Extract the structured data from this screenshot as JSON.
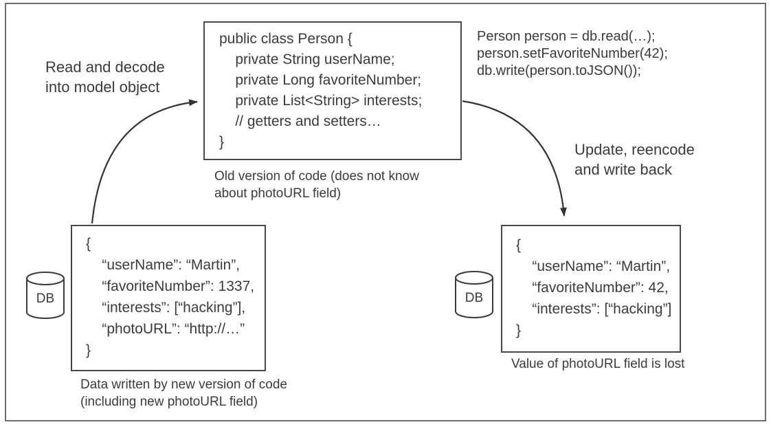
{
  "colors": {
    "ink": "#3b3b3b",
    "box_border": "#474747",
    "frame_border": "#6e6e6e"
  },
  "class_box": {
    "code": [
      "public class Person {",
      "    private String userName;",
      "    private Long favoriteNumber;",
      "    private List<String> interests;",
      "    // getters and setters…",
      "}"
    ],
    "caption": [
      "Old version of code (does not know",
      "about photoURL field)"
    ]
  },
  "update_snippet": {
    "code": [
      "Person person = db.read(…);",
      "person.setFavoriteNumber(42);",
      "db.write(person.toJSON());"
    ]
  },
  "read_arrow": {
    "label": [
      "Read and decode",
      "into model object"
    ]
  },
  "write_arrow": {
    "label": [
      "Update, reencode",
      "and write back"
    ]
  },
  "left_db": {
    "label": "DB"
  },
  "right_db": {
    "label": "DB"
  },
  "left_json_box": {
    "lines": [
      "{",
      "    “userName”: “Martin”,",
      "    “favoriteNumber”: 1337,",
      "    “interests”: [“hacking”],",
      "    “photoURL”: “http://…”",
      "}"
    ],
    "caption": [
      "Data written by new version of code",
      "(including new photoURL field)"
    ]
  },
  "right_json_box": {
    "lines": [
      "{",
      "    “userName”: “Martin”,",
      "    “favoriteNumber”: 42,",
      "    “interests”: [“hacking”]",
      "}"
    ],
    "caption": [
      "Value of photoURL field is lost"
    ]
  }
}
